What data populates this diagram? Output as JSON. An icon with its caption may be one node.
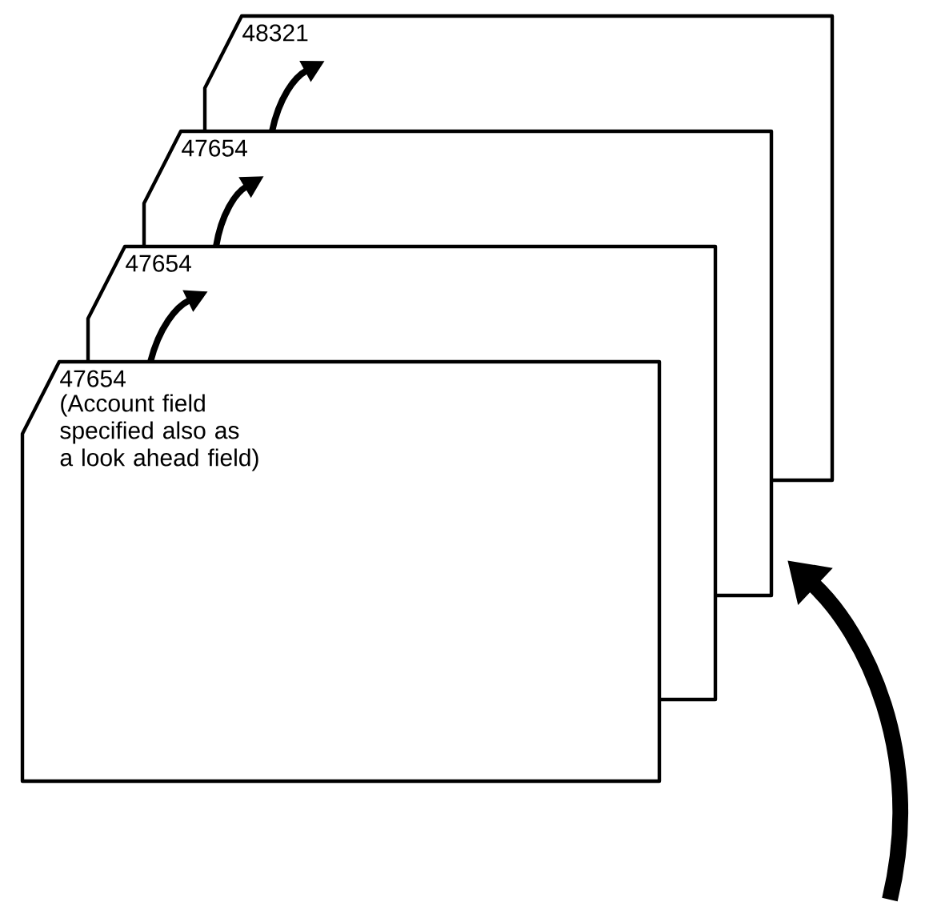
{
  "diagram": {
    "nodes": [
      {
        "text": [
          "48321"
        ]
      },
      {
        "text": [
          "47654"
        ]
      },
      {
        "text": [
          "47654"
        ]
      },
      {
        "text": [
          "47654",
          "(Account field specified also as a look ahead field)"
        ]
      }
    ],
    "edges": [
      {
        "from": 3,
        "to": 2,
        "arrow": "to"
      },
      {
        "from": 2,
        "to": 1,
        "arrow": "to"
      },
      {
        "from": 1,
        "to": 0,
        "arrow": "to"
      }
    ]
  }
}
